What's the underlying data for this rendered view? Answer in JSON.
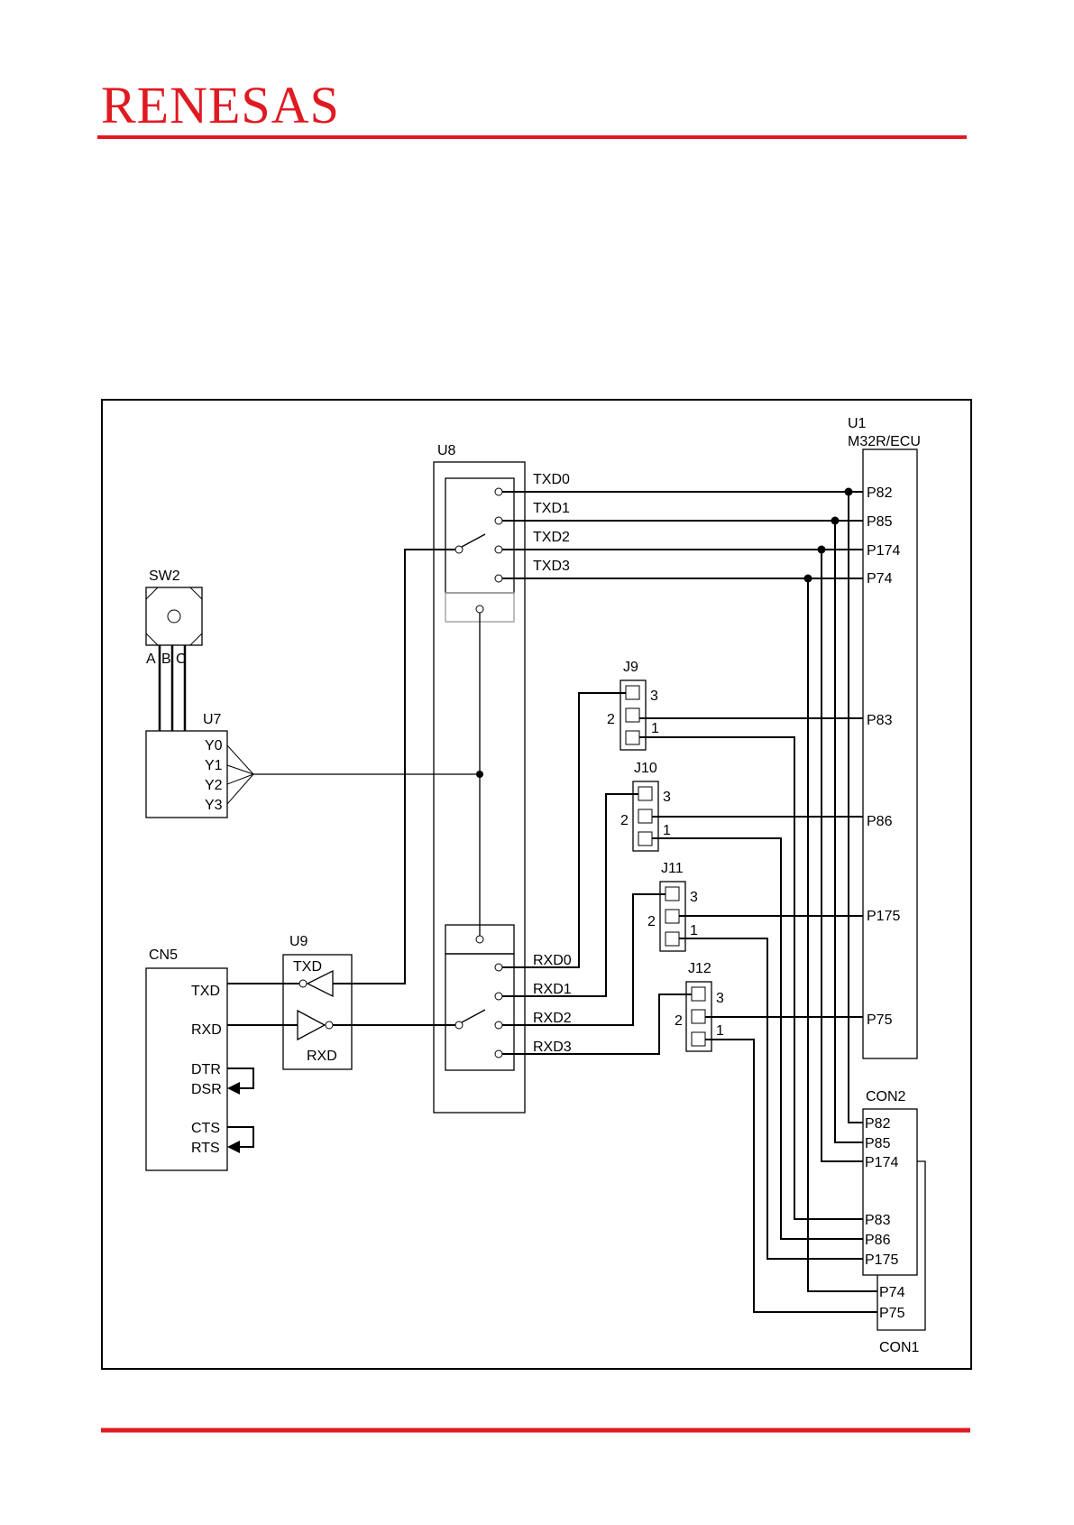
{
  "brand": {
    "logo_text": "RENESAS",
    "accent_color": "#e01a22"
  },
  "components": {
    "u1": {
      "ref": "U1",
      "part": "M32R/ECU",
      "pins": [
        "P82",
        "P85",
        "P174",
        "P74",
        "P83",
        "P86",
        "P175",
        "P75"
      ]
    },
    "u8": {
      "ref": "U8",
      "tx_signals": [
        "TXD0",
        "TXD1",
        "TXD2",
        "TXD3"
      ],
      "rx_signals": [
        "RXD0",
        "RXD1",
        "RXD2",
        "RXD3"
      ]
    },
    "sw2": {
      "ref": "SW2",
      "pins": [
        "A",
        "B",
        "C"
      ]
    },
    "u7": {
      "ref": "U7",
      "outputs": [
        "Y0",
        "Y1",
        "Y2",
        "Y3"
      ]
    },
    "cn5": {
      "ref": "CN5",
      "pins": [
        "TXD",
        "RXD",
        "DTR",
        "DSR",
        "CTS",
        "RTS"
      ]
    },
    "u9": {
      "ref": "U9",
      "txd": "TXD",
      "rxd": "RXD"
    },
    "jumpers": [
      {
        "ref": "J9",
        "pin3": "3",
        "pin2": "2",
        "pin1": "1"
      },
      {
        "ref": "J10",
        "pin3": "3",
        "pin2": "2",
        "pin1": "1"
      },
      {
        "ref": "J11",
        "pin3": "3",
        "pin2": "2",
        "pin1": "1"
      },
      {
        "ref": "J12",
        "pin3": "3",
        "pin2": "2",
        "pin1": "1"
      }
    ],
    "con2": {
      "ref": "CON2",
      "pins": [
        "P82",
        "P85",
        "P174",
        "P83",
        "P86",
        "P175"
      ]
    },
    "con1": {
      "ref": "CON1",
      "pins": [
        "P74",
        "P75"
      ]
    }
  }
}
